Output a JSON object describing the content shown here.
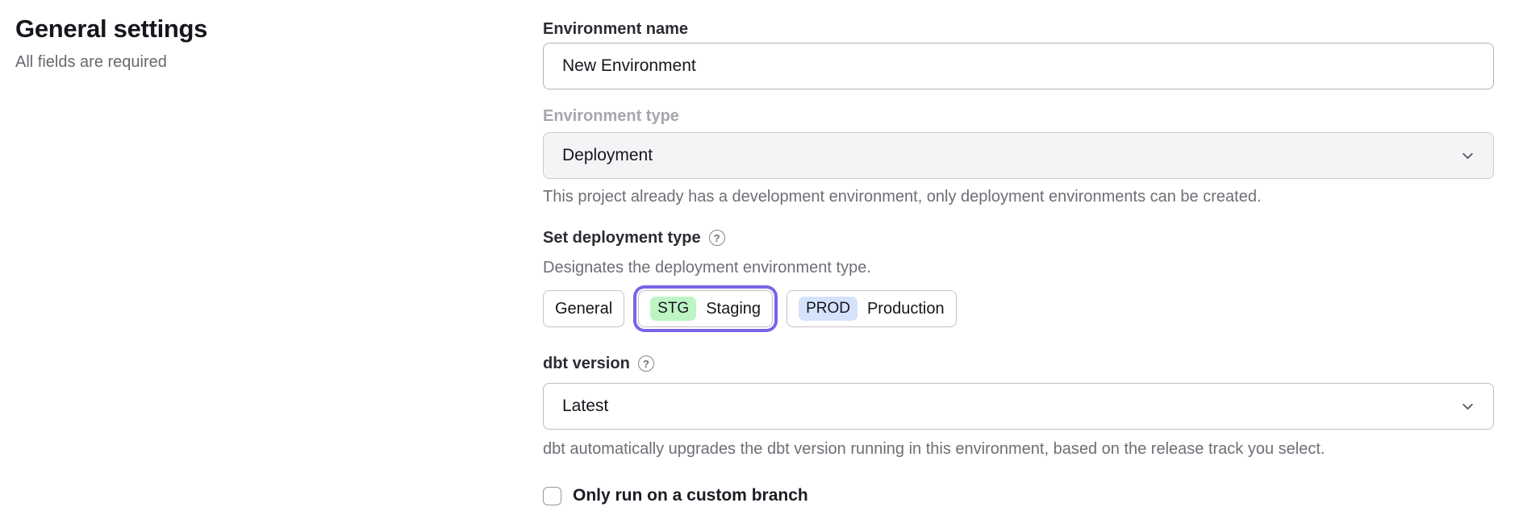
{
  "page": {
    "title": "General settings",
    "subtitle": "All fields are required"
  },
  "form": {
    "environment_name": {
      "label": "Environment name",
      "value": "New Environment"
    },
    "environment_type": {
      "label": "Environment type",
      "value": "Deployment",
      "disabled": true,
      "helper": "This project already has a development environment, only deployment environments can be created."
    },
    "deployment_type": {
      "label": "Set deployment type",
      "helper": "Designates the deployment environment type.",
      "selected_option": "Staging",
      "options": [
        {
          "label": "General",
          "selected": false
        },
        {
          "badge": "STG",
          "label": "Staging",
          "selected": true
        },
        {
          "badge": "PROD",
          "label": "Production",
          "selected": false
        }
      ]
    },
    "dbt_version": {
      "label": "dbt version",
      "value": "Latest",
      "helper": "dbt automatically upgrades the dbt version running in this environment, based on the release track you select."
    },
    "custom_branch": {
      "label": "Only run on a custom branch",
      "checked": false
    }
  },
  "icons": {
    "help": "?",
    "chevron_down": "v"
  },
  "colors": {
    "accent_ring": "#7c63e6",
    "staging_badge_bg": "#bdf4c4",
    "production_badge_bg": "#d4e3fb"
  }
}
